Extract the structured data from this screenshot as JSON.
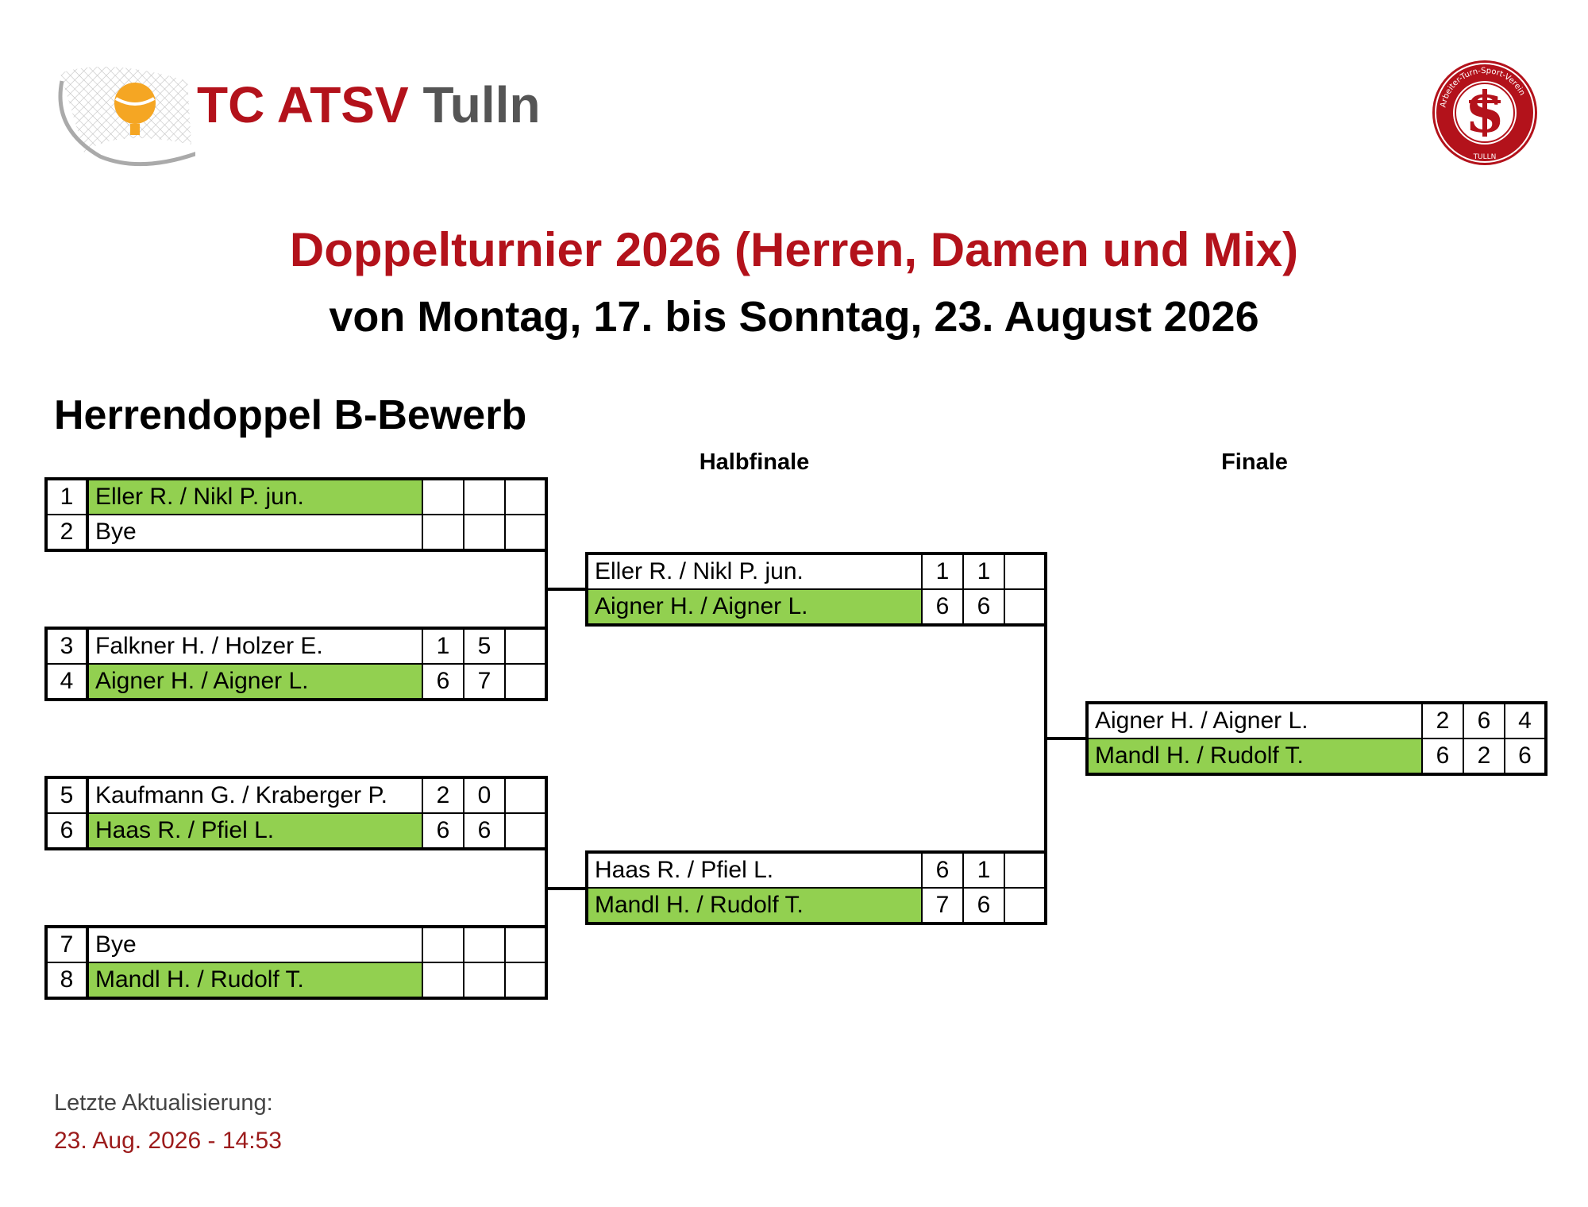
{
  "header": {
    "logo_tc": "TC ATSV",
    "logo_town": "Tulln",
    "seal_ring_text": "Arbeiter-Turn-Sport-Verein",
    "seal_bottom_text": "TULLN"
  },
  "title": "Doppelturnier 2026 (Herren, Damen und Mix)",
  "subtitle": "von Montag, 17. bis Sonntag, 23. August 2026",
  "section": "Herrendoppel B-Bewerb",
  "rounds": {
    "semifinal": "Halbfinale",
    "final": "Finale"
  },
  "first_round": [
    {
      "rows": [
        {
          "seed": "1",
          "name": "Eller R. / Nikl P. jun.",
          "scores": [
            "",
            "",
            ""
          ],
          "winner": true
        },
        {
          "seed": "2",
          "name": "Bye",
          "scores": [
            "",
            "",
            ""
          ],
          "winner": false
        }
      ]
    },
    {
      "rows": [
        {
          "seed": "3",
          "name": "Falkner H. / Holzer E.",
          "scores": [
            "1",
            "5",
            ""
          ],
          "winner": false
        },
        {
          "seed": "4",
          "name": "Aigner H. / Aigner L.",
          "scores": [
            "6",
            "7",
            ""
          ],
          "winner": true
        }
      ]
    },
    {
      "rows": [
        {
          "seed": "5",
          "name": "Kaufmann G. / Kraberger P.",
          "scores": [
            "2",
            "0",
            ""
          ],
          "winner": false
        },
        {
          "seed": "6",
          "name": "Haas R. / Pfiel L.",
          "scores": [
            "6",
            "6",
            ""
          ],
          "winner": true
        }
      ]
    },
    {
      "rows": [
        {
          "seed": "7",
          "name": "Bye",
          "scores": [
            "",
            "",
            ""
          ],
          "winner": false
        },
        {
          "seed": "8",
          "name": "Mandl H. / Rudolf T.",
          "scores": [
            "",
            "",
            ""
          ],
          "winner": true
        }
      ]
    }
  ],
  "semifinals": [
    {
      "rows": [
        {
          "name": "Eller R. / Nikl P. jun.",
          "scores": [
            "1",
            "1",
            ""
          ],
          "winner": false
        },
        {
          "name": "Aigner H. / Aigner L.",
          "scores": [
            "6",
            "6",
            ""
          ],
          "winner": true
        }
      ]
    },
    {
      "rows": [
        {
          "name": "Haas R. / Pfiel L.",
          "scores": [
            "6",
            "1",
            ""
          ],
          "winner": false
        },
        {
          "name": "Mandl H. / Rudolf T.",
          "scores": [
            "7",
            "6",
            ""
          ],
          "winner": true
        }
      ]
    }
  ],
  "final": {
    "rows": [
      {
        "name": "Aigner H. / Aigner L.",
        "scores": [
          "2",
          "6",
          "4"
        ],
        "winner": false
      },
      {
        "name": "Mandl H. / Rudolf T.",
        "scores": [
          "6",
          "2",
          "6"
        ],
        "winner": true
      }
    ]
  },
  "footer": {
    "label": "Letzte Aktualisierung:",
    "date": "23. Aug. 2026 - 14:53"
  },
  "colors": {
    "brand_red": "#b3121b",
    "winner_green": "#92d050",
    "ball_orange": "#f5a623"
  }
}
